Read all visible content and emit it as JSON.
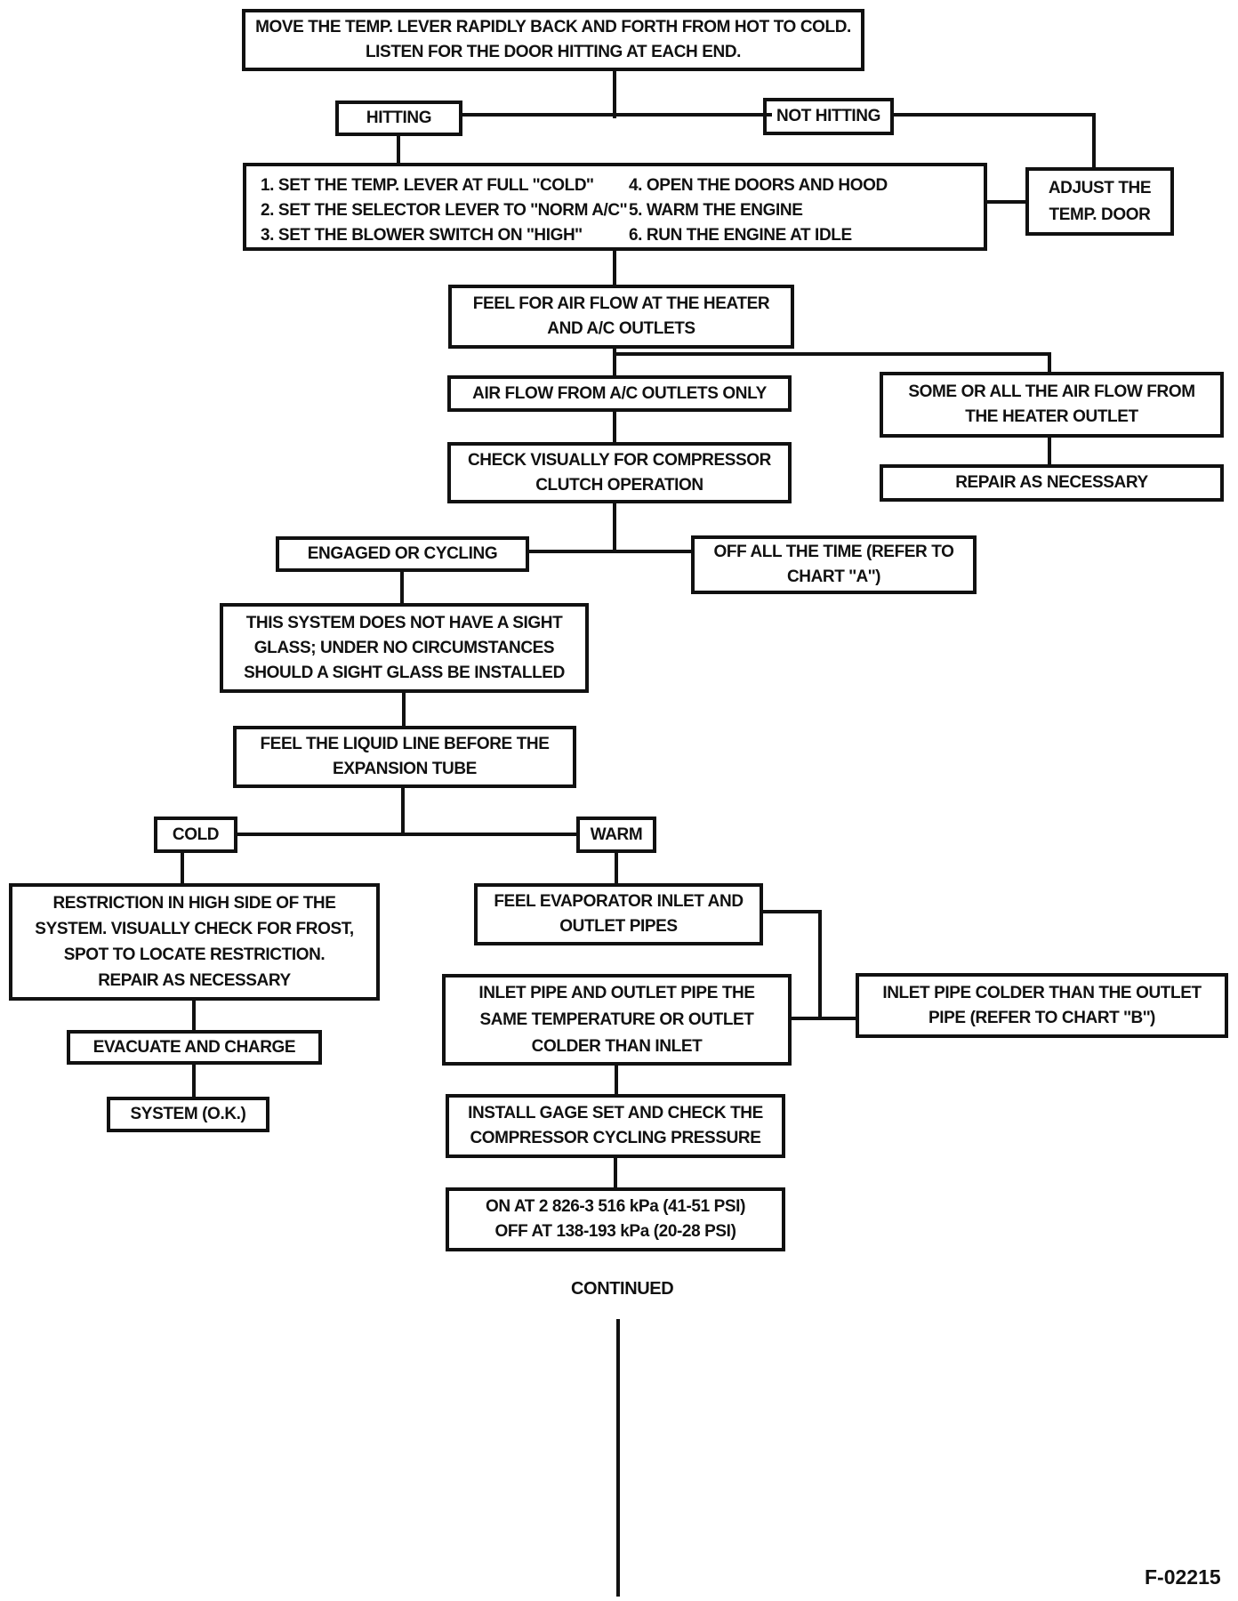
{
  "figure": {
    "id": "F-02215",
    "continued_label": "CONTINUED"
  },
  "colors": {
    "ink": "#111111",
    "paper": "#ffffff"
  },
  "nodes": {
    "top_instruction": [
      "MOVE THE TEMP. LEVER RAPIDLY BACK AND FORTH FROM HOT TO COLD.",
      "LISTEN FOR THE DOOR HITTING AT EACH END."
    ],
    "hitting": [
      "HITTING"
    ],
    "not_hitting": [
      "NOT HITTING"
    ],
    "steps_left": [
      "1. SET THE TEMP. LEVER AT FULL ''COLD''",
      "2. SET THE SELECTOR LEVER TO ''NORM A/C''",
      "3. SET THE BLOWER SWITCH ON ''HIGH''"
    ],
    "steps_right": [
      "4. OPEN THE DOORS AND HOOD",
      "5. WARM THE ENGINE",
      "6. RUN THE ENGINE AT IDLE"
    ],
    "adjust_temp_door": [
      "ADJUST THE",
      "TEMP. DOOR"
    ],
    "feel_air_flow": [
      "FEEL FOR AIR FLOW AT THE HEATER",
      "AND A/C OUTLETS"
    ],
    "air_flow_ac_only": [
      "AIR FLOW FROM A/C OUTLETS ONLY"
    ],
    "some_or_all": [
      "SOME OR ALL THE AIR FLOW FROM",
      "THE HEATER OUTLET"
    ],
    "check_visually": [
      "CHECK VISUALLY FOR COMPRESSOR",
      "CLUTCH OPERATION"
    ],
    "repair_as_necessary": [
      "REPAIR AS NECESSARY"
    ],
    "engaged_or_cycling": [
      "ENGAGED OR CYCLING"
    ],
    "off_all_the_time": [
      "OFF ALL THE TIME (REFER TO",
      "CHART ''A'')"
    ],
    "sight_glass": [
      "THIS SYSTEM DOES NOT HAVE A SIGHT",
      "GLASS; UNDER NO CIRCUMSTANCES",
      "SHOULD A SIGHT GLASS BE INSTALLED"
    ],
    "liquid_line": [
      "FEEL THE LIQUID LINE BEFORE THE",
      "EXPANSION TUBE"
    ],
    "cold": [
      "COLD"
    ],
    "warm": [
      "WARM"
    ],
    "restriction": [
      "RESTRICTION IN HIGH SIDE OF THE",
      "SYSTEM. VISUALLY CHECK FOR FROST,",
      "SPOT TO LOCATE RESTRICTION.",
      "REPAIR AS NECESSARY"
    ],
    "evacuate_charge": [
      "EVACUATE AND CHARGE"
    ],
    "system_ok": [
      "SYSTEM (O.K.)"
    ],
    "feel_evaporator": [
      "FEEL EVAPORATOR INLET AND",
      "OUTLET PIPES"
    ],
    "inlet_same": [
      "INLET PIPE AND OUTLET PIPE THE",
      "SAME TEMPERATURE OR OUTLET",
      "COLDER THAN INLET"
    ],
    "inlet_colder": [
      "INLET PIPE COLDER THAN THE OUTLET",
      "PIPE (REFER TO CHART ''B'')"
    ],
    "install_gage": [
      "INSTALL GAGE SET AND CHECK THE",
      "COMPRESSOR CYCLING PRESSURE"
    ],
    "cycling_pressure": [
      "ON AT 2 826-3 516 kPa (41-51 PSI)",
      "OFF AT 138-193 kPa (20-28 PSI)"
    ]
  }
}
